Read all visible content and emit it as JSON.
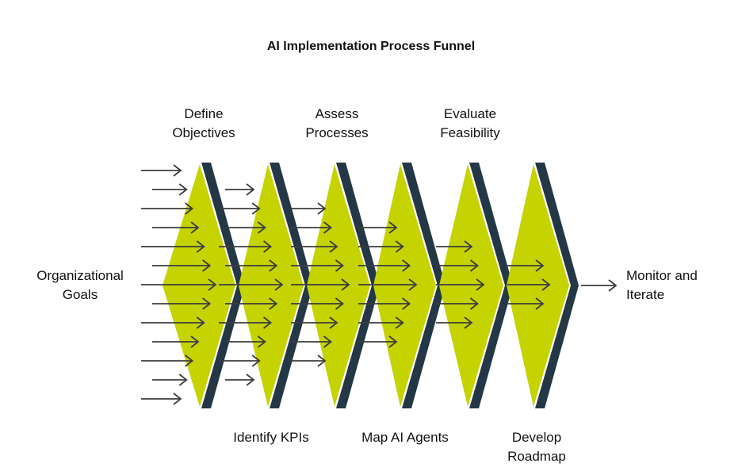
{
  "title": "AI Implementation Process Funnel",
  "input_label": "Organizational Goals",
  "output_label": "Monitor and Iterate",
  "stages": [
    {
      "label": "Define Objectives",
      "position": "top"
    },
    {
      "label": "Identify KPIs",
      "position": "bottom"
    },
    {
      "label": "Assess Processes",
      "position": "top"
    },
    {
      "label": "Map AI Agents",
      "position": "bottom"
    },
    {
      "label": "Evaluate Feasibility",
      "position": "top"
    },
    {
      "label": "Develop Roadmap",
      "position": "bottom"
    }
  ],
  "arrow_counts": [
    13,
    11,
    9,
    7,
    5,
    3,
    1
  ],
  "colors": {
    "chevron": "#c5d300",
    "band": "#243746",
    "arrow": "#3d3d3d",
    "text": "#111111"
  }
}
